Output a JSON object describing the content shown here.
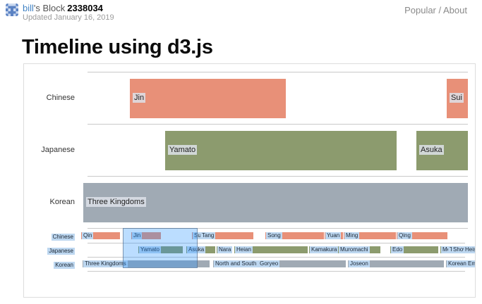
{
  "header": {
    "user": "bill",
    "block_label": "'s Block",
    "block_id": "2338034",
    "updated": "Updated January 16, 2019",
    "nav": {
      "popular": "Popular",
      "sep": " / ",
      "about": "About"
    }
  },
  "title": "Timeline using d3.js",
  "chart_data": {
    "type": "timeline",
    "title": "Timeline using d3.js",
    "lanes": [
      "Chinese",
      "Japanese",
      "Korean"
    ],
    "time_domain": [
      0,
      2000
    ],
    "main_domain": [
      222,
      601
    ],
    "brush": {
      "start": 222,
      "end": 612
    },
    "colors": {
      "lane_fills": [
        "#e89078",
        "#8c9b6e",
        "#a0aab4"
      ],
      "brush_fill": "rgba(30,144,255,0.3)",
      "mini_label_bg": "#bdd7f0",
      "lane_line": "#c9c9c9"
    },
    "items": [
      {
        "lane": 0,
        "label": "Qin",
        "start": 5,
        "end": 205
      },
      {
        "lane": 0,
        "label": "Jin",
        "start": 265,
        "end": 420
      },
      {
        "lane": 0,
        "label": "Sui",
        "start": 580,
        "end": 615
      },
      {
        "lane": 0,
        "label": "Tang",
        "start": 620,
        "end": 900
      },
      {
        "lane": 0,
        "label": "Song",
        "start": 960,
        "end": 1265
      },
      {
        "lane": 0,
        "label": "Yuan",
        "start": 1270,
        "end": 1365
      },
      {
        "lane": 0,
        "label": "Ming",
        "start": 1370,
        "end": 1640
      },
      {
        "lane": 0,
        "label": "Qing",
        "start": 1645,
        "end": 1910
      },
      {
        "lane": 1,
        "label": "Yamato",
        "start": 300,
        "end": 530
      },
      {
        "lane": 1,
        "label": "Asuka",
        "start": 550,
        "end": 700
      },
      {
        "lane": 1,
        "label": "Nara",
        "start": 710,
        "end": 790
      },
      {
        "lane": 1,
        "label": "Heian",
        "start": 800,
        "end": 1180
      },
      {
        "lane": 1,
        "label": "Kamakura",
        "start": 1190,
        "end": 1330
      },
      {
        "lane": 1,
        "label": "Muromachi",
        "start": 1340,
        "end": 1560
      },
      {
        "lane": 1,
        "label": "Edo",
        "start": 1610,
        "end": 1860
      },
      {
        "lane": 1,
        "label": "Meiji",
        "start": 1870,
        "end": 1900
      },
      {
        "lane": 1,
        "label": "Taisho",
        "start": 1910,
        "end": 1920
      },
      {
        "lane": 1,
        "label": "Showa",
        "start": 1925,
        "end": 1985
      },
      {
        "lane": 1,
        "label": "Heisei",
        "start": 1990,
        "end": 1995
      },
      {
        "lane": 2,
        "label": "Three Kingdoms",
        "start": 10,
        "end": 670
      },
      {
        "lane": 2,
        "label": "North and South States",
        "start": 690,
        "end": 900
      },
      {
        "lane": 2,
        "label": "Goryeo",
        "start": 920,
        "end": 1380
      },
      {
        "lane": 2,
        "label": "Joseon",
        "start": 1390,
        "end": 1890
      },
      {
        "lane": 2,
        "label": "Korean Empire",
        "start": 1900,
        "end": 1945
      }
    ]
  }
}
